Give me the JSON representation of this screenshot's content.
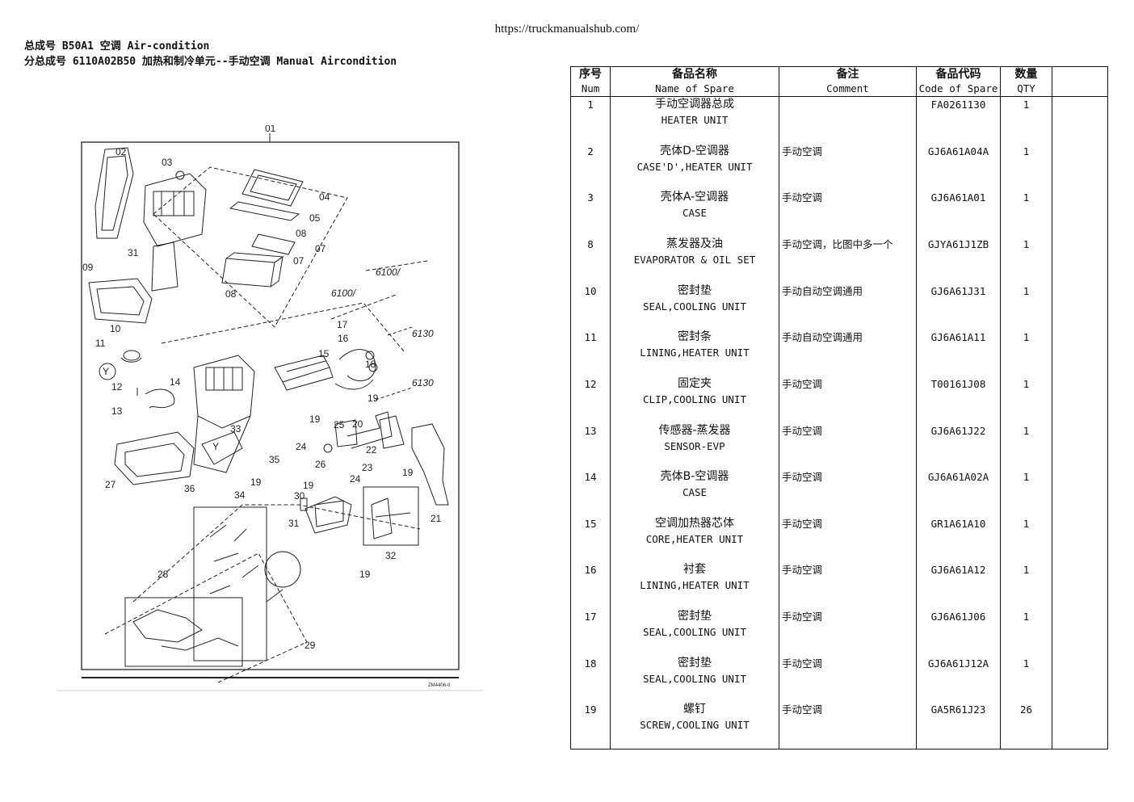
{
  "page": {
    "url": "https://truckmanualshub.com/",
    "header_line1": "总成号 B50A1 空调 Air-condition",
    "header_line2": "分总成号 6110A02B50 加热和制冷单元--手动空调 Manual Aircondition"
  },
  "diagram": {
    "top_label": "01",
    "callouts": [
      "02",
      "03",
      "04",
      "05",
      "08",
      "07",
      "07",
      "31",
      "09",
      "08",
      "10",
      "11",
      "12",
      "13",
      "14",
      "15",
      "16",
      "17",
      "18",
      "19",
      "19",
      "19",
      "19",
      "19",
      "19",
      "20",
      "21",
      "22",
      "23",
      "24",
      "24",
      "25",
      "26",
      "27",
      "28",
      "29",
      "30",
      "31",
      "32",
      "33",
      "34",
      "35",
      "36",
      "Y",
      "Y"
    ],
    "refs": [
      "6100/",
      "6100/",
      "6130",
      "6130"
    ],
    "code": "ZM4406-0"
  },
  "table": {
    "headers_zh": [
      "序号",
      "备品名称",
      "备注",
      "备品代码",
      "数量",
      ""
    ],
    "headers_en": [
      "Num",
      "Name of Spare",
      "Comment",
      "Code of Spare",
      "QTY",
      ""
    ],
    "rows": [
      {
        "num": "1",
        "name_zh": "手动空调器总成",
        "name_en": "HEATER UNIT",
        "comment": "",
        "code": "FA0261130",
        "qty": "1"
      },
      {
        "num": "2",
        "name_zh": "壳体D-空调器",
        "name_en": "CASE'D',HEATER UNIT",
        "comment": "手动空调",
        "code": "GJ6A61A04A",
        "qty": "1"
      },
      {
        "num": "3",
        "name_zh": "壳体A-空调器",
        "name_en": "CASE",
        "comment": "手动空调",
        "code": "GJ6A61A01",
        "qty": "1"
      },
      {
        "num": "8",
        "name_zh": "蒸发器及油",
        "name_en": "EVAPORATOR & OIL SET",
        "comment": "手动空调，比图中多一个",
        "code": "GJYA61J1ZB",
        "qty": "1"
      },
      {
        "num": "10",
        "name_zh": "密封垫",
        "name_en": "SEAL,COOLING UNIT",
        "comment": "手动自动空调通用",
        "code": "GJ6A61J31",
        "qty": "1"
      },
      {
        "num": "11",
        "name_zh": "密封条",
        "name_en": "LINING,HEATER UNIT",
        "comment": "手动自动空调通用",
        "code": "GJ6A61A11",
        "qty": "1"
      },
      {
        "num": "12",
        "name_zh": "固定夹",
        "name_en": "CLIP,COOLING UNIT",
        "comment": "手动空调",
        "code": "T00161J08",
        "qty": "1"
      },
      {
        "num": "13",
        "name_zh": "传感器-蒸发器",
        "name_en": "SENSOR-EVP",
        "comment": "手动空调",
        "code": "GJ6A61J22",
        "qty": "1"
      },
      {
        "num": "14",
        "name_zh": "壳体B-空调器",
        "name_en": "CASE",
        "comment": "手动空调",
        "code": "GJ6A61A02A",
        "qty": "1"
      },
      {
        "num": "15",
        "name_zh": "空调加热器芯体",
        "name_en": "CORE,HEATER UNIT",
        "comment": "手动空调",
        "code": "GR1A61A10",
        "qty": "1"
      },
      {
        "num": "16",
        "name_zh": "衬套",
        "name_en": "LINING,HEATER UNIT",
        "comment": "手动空调",
        "code": "GJ6A61A12",
        "qty": "1"
      },
      {
        "num": "17",
        "name_zh": "密封垫",
        "name_en": "SEAL,COOLING UNIT",
        "comment": "手动空调",
        "code": "GJ6A61J06",
        "qty": "1"
      },
      {
        "num": "18",
        "name_zh": "密封垫",
        "name_en": "SEAL,COOLING UNIT",
        "comment": "手动空调",
        "code": "GJ6A61J12A",
        "qty": "1"
      },
      {
        "num": "19",
        "name_zh": "螺钉",
        "name_en": "SCREW,COOLING UNIT",
        "comment": "手动空调",
        "code": "GA5R61J23",
        "qty": "26"
      }
    ]
  }
}
